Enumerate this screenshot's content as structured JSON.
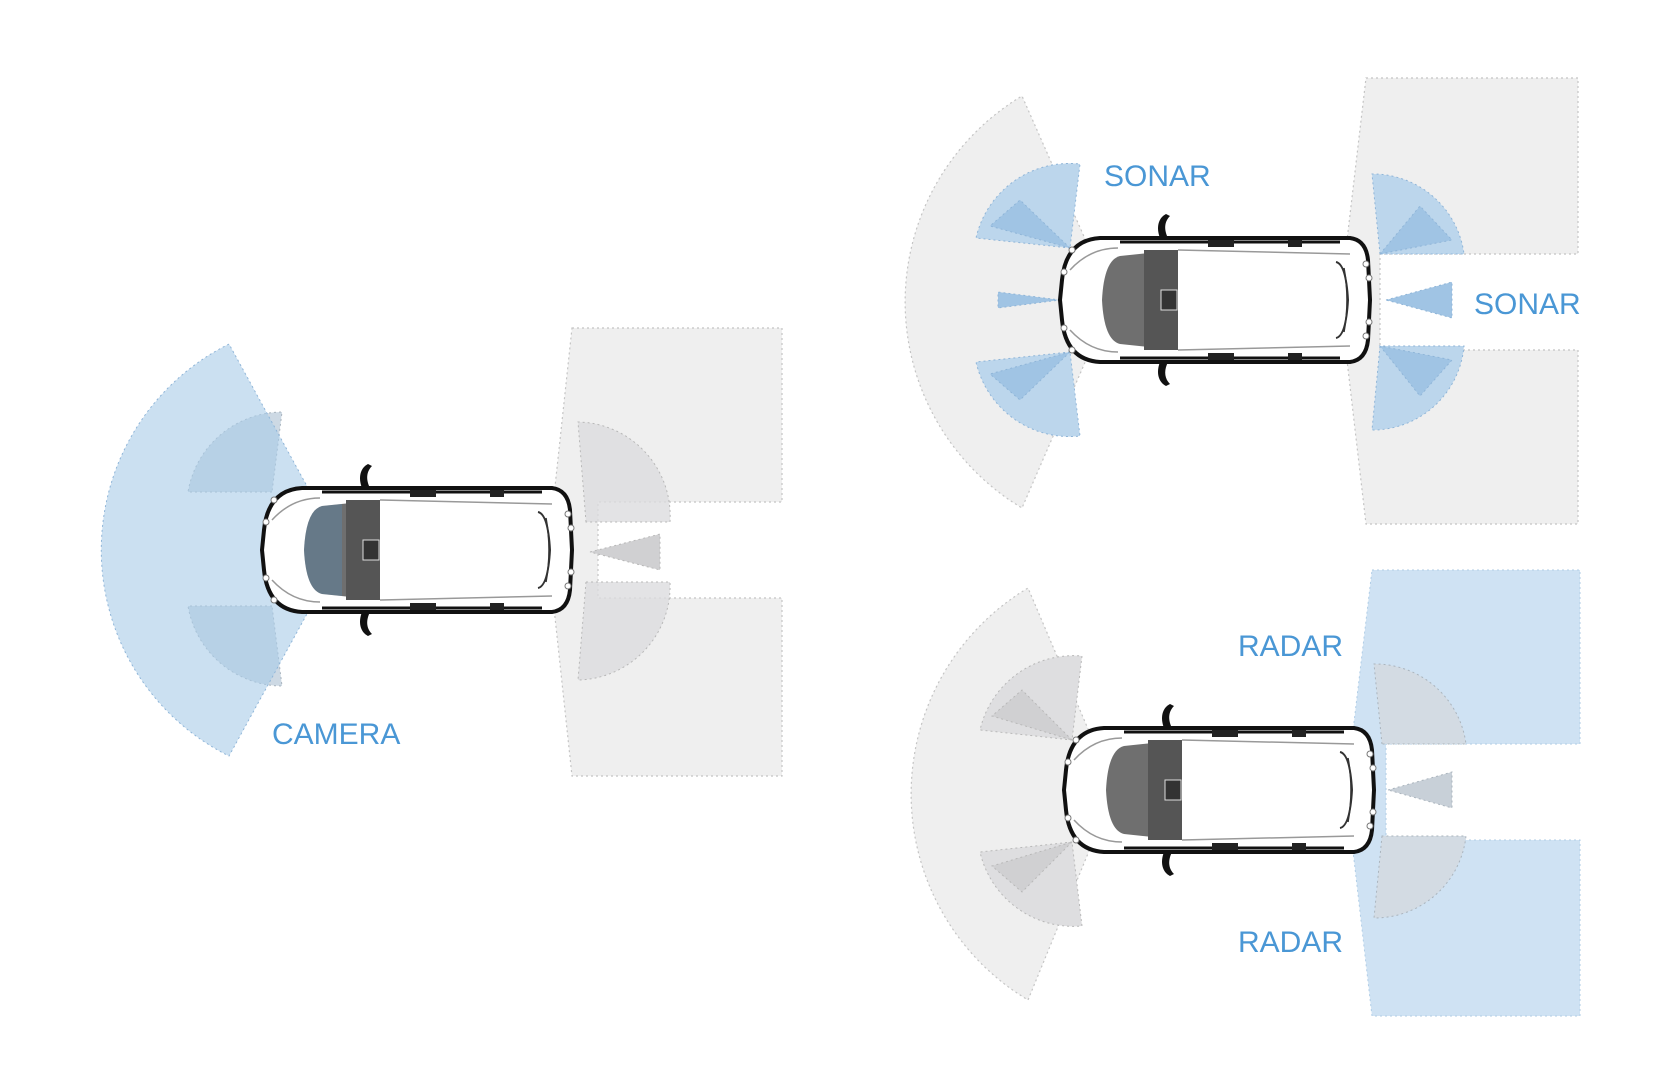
{
  "colors": {
    "accent_blue": "#4a97d5",
    "zone_blue": "#cfe2f3",
    "zone_blue_dark": "#a9cbe8",
    "zone_gray": "#efefef",
    "zone_gray_dark": "#d7d7d9",
    "outline_dots": "#b5b5b5",
    "car_dark": "#111111",
    "window_gray": "#6e6e6e"
  },
  "scenes": [
    {
      "id": "camera",
      "highlight": "front-wide-sector",
      "labels": [
        "CAMERA"
      ]
    },
    {
      "id": "sonar",
      "highlight": "front-and-rear-short-range-sectors",
      "labels": [
        "SONAR",
        "SONAR"
      ]
    },
    {
      "id": "radar",
      "highlight": "rear-side-rectangles",
      "labels": [
        "RADAR",
        "RADAR"
      ]
    }
  ],
  "icons": [
    "car-top-view-icon",
    "sensor-icon"
  ]
}
